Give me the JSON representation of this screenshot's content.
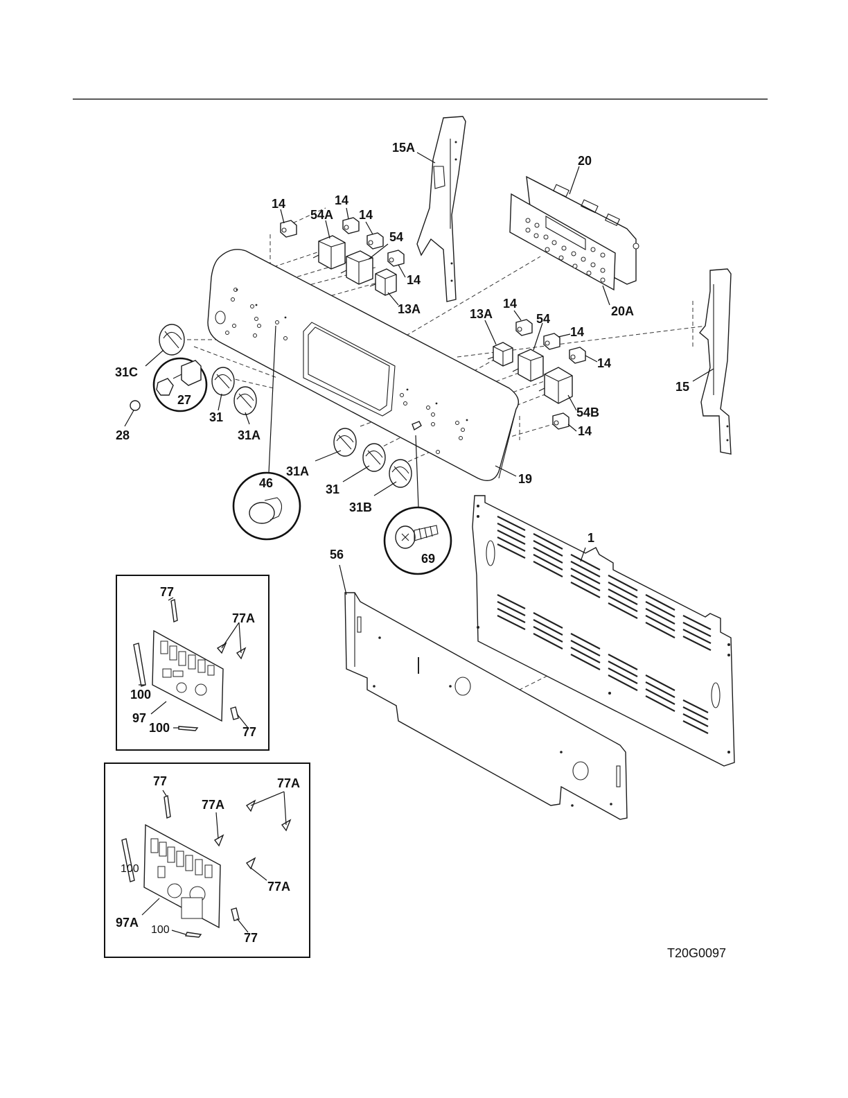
{
  "diagram_code": "T20G0097",
  "callouts": {
    "c15A": "15A",
    "c20": "20",
    "c20A": "20A",
    "c14a": "14",
    "c14b": "14",
    "c14c": "14",
    "c14d": "14",
    "c14e": "14",
    "c14f": "14",
    "c14g": "14",
    "c14h": "14",
    "c54A": "54A",
    "c54a": "54",
    "c54b": "54",
    "c54B": "54B",
    "c13Aa": "13A",
    "c13Ab": "13A",
    "c15": "15",
    "c31C": "31C",
    "c27": "27",
    "c28": "28",
    "c31a": "31",
    "c31Aa": "31A",
    "c31Ab": "31A",
    "c31b": "31",
    "c31B": "31B",
    "c19": "19",
    "c46": "46",
    "c69": "69",
    "c1": "1",
    "c56": "56",
    "b1_77a": "77",
    "b1_77Aa": "77A",
    "b1_100a": "100",
    "b1_97": "97",
    "b1_100b": "100",
    "b1_77b": "77",
    "b2_77a": "77",
    "b2_77Aa": "77A",
    "b2_77Ab": "77A",
    "b2_100a": "100",
    "b2_77Ac": "77A",
    "b2_97A": "97A",
    "b2_100b": "100",
    "b2_77b": "77"
  }
}
